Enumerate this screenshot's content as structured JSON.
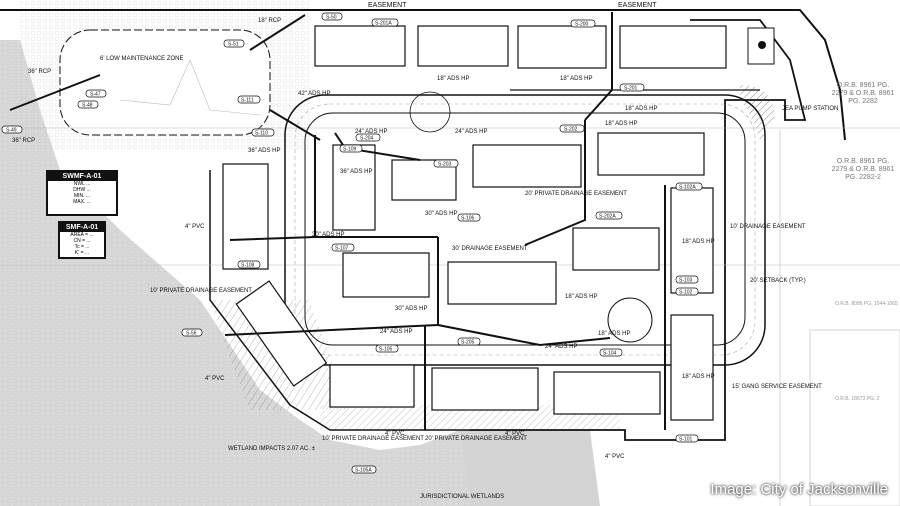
{
  "caption": "Image: City of Jacksonville",
  "zones": {
    "low_maintenance": "6' LOW MAINTENANCE ZONE",
    "pump_station": "JEA PUMP STATION",
    "wetland_impacts": "WETLAND IMPACTS 2.07 AC. ±",
    "jurisdictional_wetlands": "JURISDICTIONAL WETLANDS",
    "private_drainage_10": "10' PRIVATE DRAINAGE EASEMENT",
    "private_drainage_20a": "20' PRIVATE DRAINAGE EASEMENT",
    "private_drainage_20b": "20' PRIVATE DRAINAGE EASEMENT",
    "private_drainage_10b": "10' PRIVATE DRAINAGE EASEMENT",
    "drainage_30": "30' DRAINAGE EASEMENT",
    "drainage_10": "10' DRAINAGE EASEMENT",
    "setback": "20' SETBACK (TYP.)",
    "gang_service": "15' GANG SERVICE EASEMENT",
    "easement_top_a": "EASEMENT",
    "easement_top_b": "EASEMENT"
  },
  "pipes": {
    "rcp18": "18\" RCP",
    "rcp36": "36\" RCP",
    "ads42": "42\" ADS HP",
    "ads36a": "36\" ADS HP",
    "ads36b": "36\" ADS HP",
    "ads24a": "24\" ADS HP",
    "ads24b": "24\" ADS HP",
    "ads24c": "24\" ADS HP",
    "ads24d": "24\" ADS HP",
    "ads18a": "18\" ADS HP",
    "ads18b": "18\" ADS HP",
    "ads18c": "18\" ADS HP",
    "ads18d": "18\" ADS HP",
    "ads18e": "18\" ADS HP",
    "ads18f": "18\" ADS HP",
    "ads30a": "30\" ADS HP",
    "ads30b": "30\" ADS HP",
    "ads30c": "30\" ADS HP",
    "ads18g": "18\" ADS HP",
    "ads18h": "18\" ADS HP",
    "pvc_a": "4\" PVC",
    "pvc_b": "4\" PVC",
    "pvc_c": "4\" PVC",
    "pvc_d": "4\" PVC",
    "pvc_e": "4\" PVC"
  },
  "structures": [
    "S-50",
    "S-51",
    "S-47",
    "S-48",
    "S-49",
    "S-111",
    "S-110",
    "S-201A",
    "S-200",
    "S-201",
    "S-203",
    "S-202",
    "S-204",
    "S-109",
    "S-202A",
    "S-102A",
    "S-103",
    "S-102",
    "S-104",
    "S-105",
    "S-106",
    "S-107",
    "S-108",
    "S-205",
    "S-105A",
    "S-101",
    "S-56"
  ],
  "legends": {
    "swmf": {
      "title": "SWMF-A-01",
      "lines": [
        "NWL ...",
        "DHW ...",
        "MIN. ...",
        "MAX. ..."
      ]
    },
    "smf": {
      "title": "SMF-A-01",
      "lines": [
        "AREA = ...",
        "CN = ...",
        "Tc = ...",
        "K' = ..."
      ]
    }
  },
  "orb_notes": [
    "O.R.B. 8961 PG. 2279 & O.R.B. 8961 PG. 2282",
    "O.R.B. 8961 PG. 2279 & O.R.B. 8961 PG. 2282-2",
    "O.R.B. 8086 PG. 1044-1065",
    "O.R.B. 18673 PG. 2"
  ]
}
